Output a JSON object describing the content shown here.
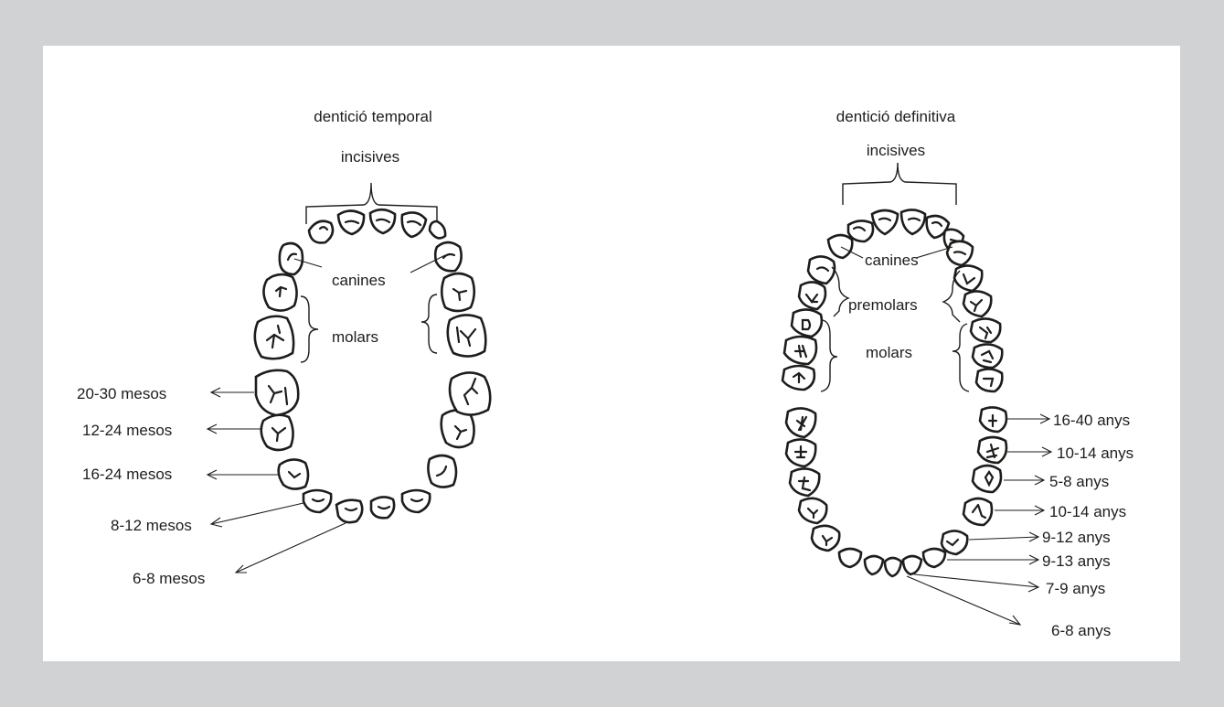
{
  "temporal": {
    "title": "dentició temporal",
    "labels": {
      "incisors": "incisives",
      "canines": "canines",
      "molars": "molars"
    },
    "eruption": [
      {
        "id": "t1",
        "text": "20-30 mesos"
      },
      {
        "id": "t2",
        "text": "12-24 mesos"
      },
      {
        "id": "t3",
        "text": "16-24 mesos"
      },
      {
        "id": "t4",
        "text": "8-12 mesos"
      },
      {
        "id": "t5",
        "text": "6-8 mesos"
      }
    ]
  },
  "definitive": {
    "title": "dentició definitiva",
    "labels": {
      "incisors": "incisives",
      "canines": "canines",
      "premolars": "premolars",
      "molars": "molars"
    },
    "eruption": [
      {
        "id": "d1",
        "text": "16-40 anys"
      },
      {
        "id": "d2",
        "text": "10-14 anys"
      },
      {
        "id": "d3",
        "text": "5-8 anys"
      },
      {
        "id": "d4",
        "text": "10-14 anys"
      },
      {
        "id": "d5",
        "text": "9-12 anys"
      },
      {
        "id": "d6",
        "text": "9-13 anys"
      },
      {
        "id": "d7",
        "text": "7-9 anys"
      },
      {
        "id": "d8",
        "text": "6-8 anys"
      }
    ]
  },
  "colors": {
    "frame": "#d1d2d4",
    "panel": "#ffffff",
    "ink": "#1d1d1b"
  }
}
